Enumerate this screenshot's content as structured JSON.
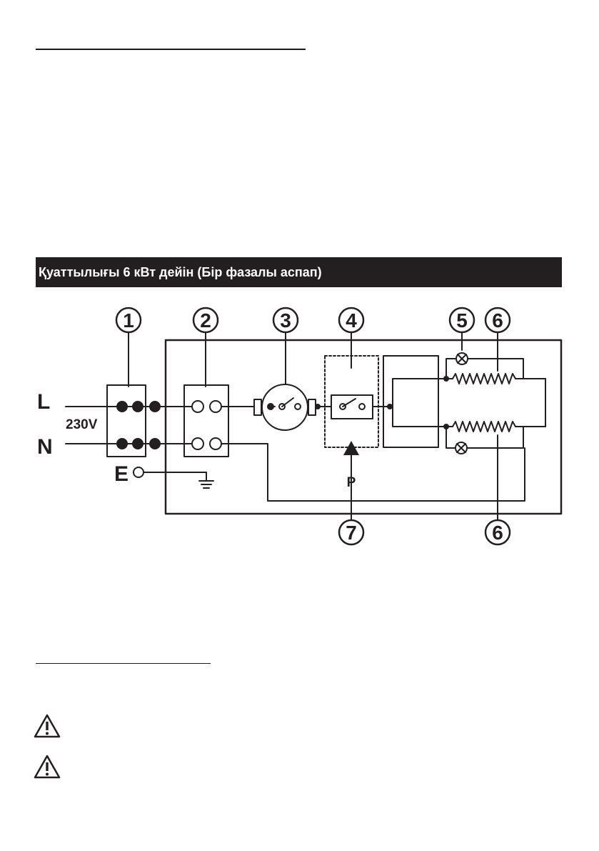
{
  "header": {
    "title": "Қуаттылығы 6 кВт дейін (Бір фазалы аспап)"
  },
  "diagram": {
    "lines": {
      "live": "L",
      "neutral": "N",
      "earth": "E",
      "voltage": "230V"
    },
    "callouts": [
      "1",
      "2",
      "3",
      "4",
      "5",
      "6",
      "7",
      "6"
    ],
    "pressure_label": "P"
  },
  "warnings": {
    "count": 2,
    "icon": "warning-triangle-icon"
  },
  "colors": {
    "ink": "#231f20",
    "banner_bg": "#231f20",
    "banner_text": "#ffffff"
  }
}
